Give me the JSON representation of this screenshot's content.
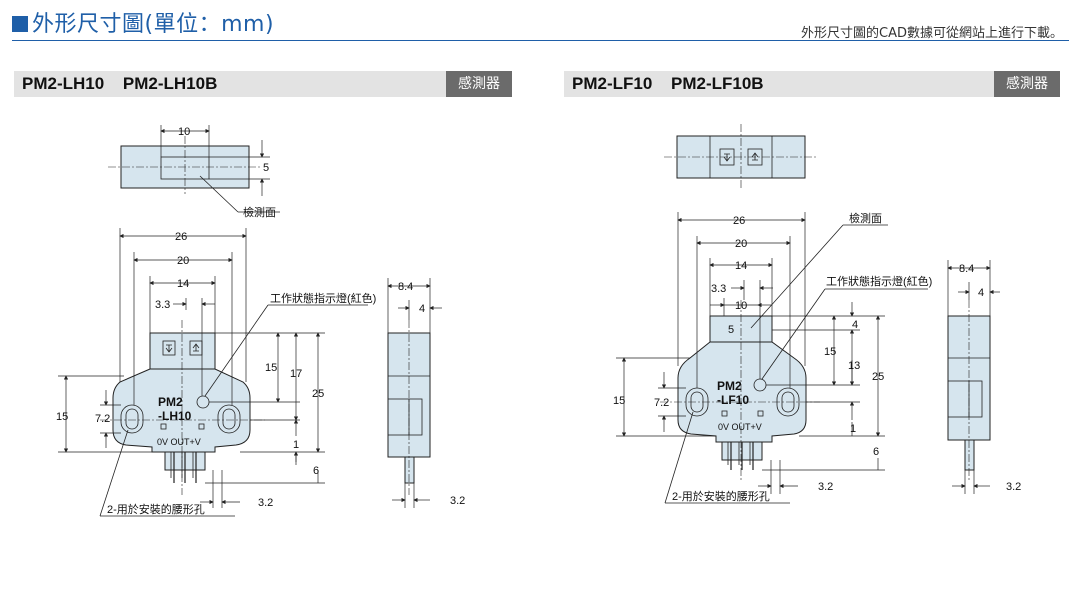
{
  "header": {
    "title": "外形尺寸圖(單位：mm)",
    "note": "外形尺寸圖的CAD數據可從網站上進行下載。"
  },
  "sections": [
    {
      "model": "PM2-LH10   PM2-LH10B",
      "tag": "感測器",
      "front_labels": [
        "PM2",
        "-LH10"
      ],
      "out_label": "0V OUT+V",
      "callouts": {
        "face": "檢測面",
        "indicator": "工作狀態指示燈(紅色)",
        "holes": "2-用於安裝的腰形孔"
      },
      "dims": {
        "top_width": "10",
        "top_height": "5",
        "w26": "26",
        "w20": "20",
        "w14": "14",
        "w33": "3.3",
        "h15a": "15",
        "h17": "17",
        "h25": "25",
        "h15b": "15",
        "h72": "7.2",
        "h1": "1",
        "h6": "6",
        "side_84": "8.4",
        "side_4": "4",
        "side_32": "3.2",
        "front_32": "3.2"
      }
    },
    {
      "model": "PM2-LF10   PM2-LF10B",
      "tag": "感測器",
      "front_labels": [
        "PM2",
        "-LF10"
      ],
      "out_label": "0V OUT+V",
      "callouts": {
        "face": "檢測面",
        "indicator": "工作狀態指示燈(紅色)",
        "holes": "2-用於安裝的腰形孔"
      },
      "dims": {
        "w26": "26",
        "w20": "20",
        "w14": "14",
        "w33": "3.3",
        "w10": "10",
        "h5": "5",
        "h4": "4",
        "h15a": "15",
        "h13": "13",
        "h25": "25",
        "h15b": "15",
        "h72": "7.2",
        "h1": "1",
        "h6": "6",
        "side_84": "8.4",
        "side_4": "4",
        "side_32": "3.2",
        "front_32": "3.2"
      }
    }
  ]
}
